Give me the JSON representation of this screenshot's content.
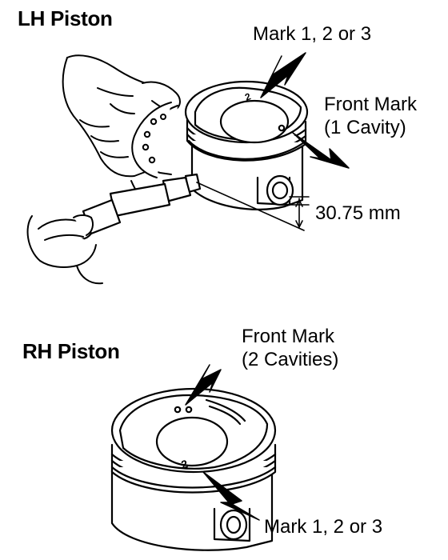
{
  "lh_piston": {
    "title": "LH Piston",
    "mark_label": "Mark 1, 2 or 3",
    "front_mark_line1": "Front Mark",
    "front_mark_line2": "(1 Cavity)",
    "dimension": "30.75 mm",
    "piston_number": "2"
  },
  "rh_piston": {
    "title": "RH Piston",
    "front_mark_line1": "Front Mark",
    "front_mark_line2": "(2 Cavities)",
    "mark_label": "Mark 1, 2 or 3",
    "piston_number": "2"
  }
}
